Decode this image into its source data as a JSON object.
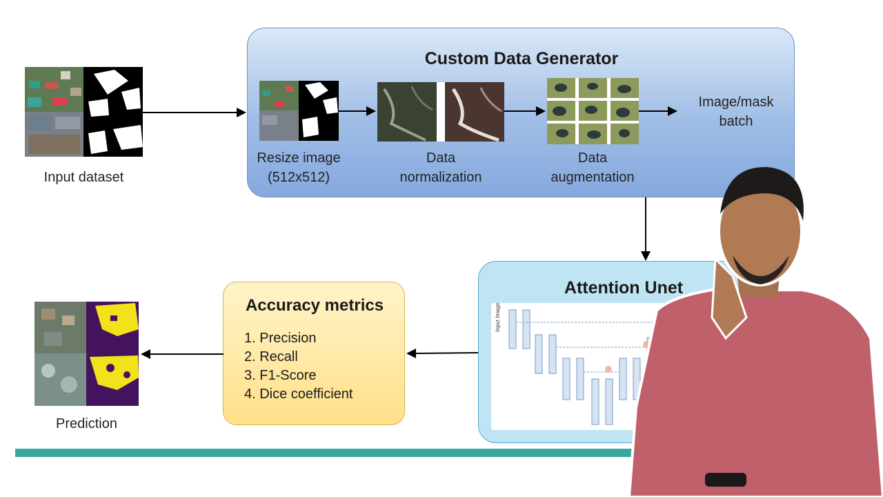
{
  "input": {
    "label": "Input dataset"
  },
  "generator": {
    "title": "Custom Data Generator",
    "resize_label": "Resize image\n(512x512)",
    "normalization_label": "Data\nnormalization",
    "augmentation_label": "Data\naugmentation",
    "output_label": "Image/mask\nbatch"
  },
  "unet": {
    "title": "Attention Unet",
    "diagram_text": "Input Image"
  },
  "metrics": {
    "title": "Accuracy metrics",
    "items": [
      "1. Precision",
      "2. Recall",
      "3. F1-Score",
      "4. Dice coefficient"
    ]
  },
  "prediction": {
    "label": "Prediction"
  },
  "colors": {
    "generator_fill": "#9fbde6",
    "unet_fill": "#bfe4f4",
    "metrics_fill": "#ffe08a",
    "teal_bar": "#3aa8a0",
    "mask_yellow": "#f2e21a",
    "mask_purple": "#43135e"
  }
}
